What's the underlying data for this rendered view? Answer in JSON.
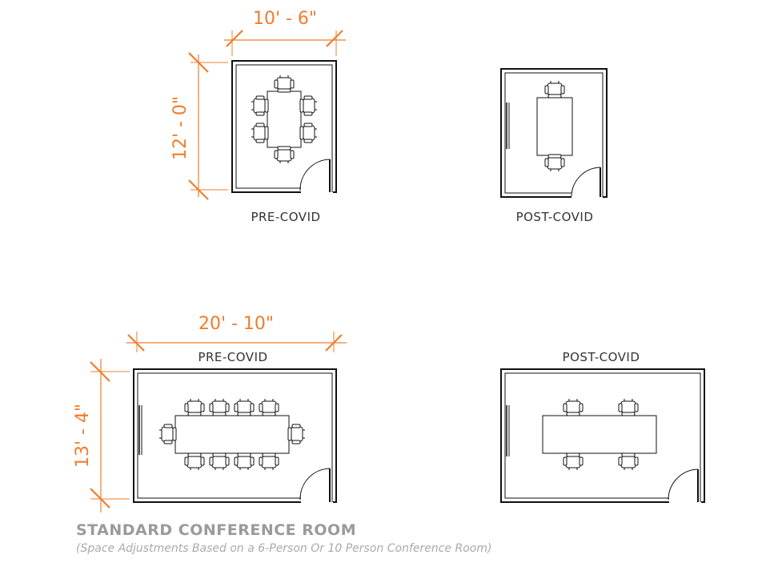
{
  "colors": {
    "dimension": "#f07d2c",
    "title": "#9a9a9a",
    "line": "#111111"
  },
  "rooms": {
    "small_pre": {
      "label": "PRE-COVID",
      "width_dim": "10' - 6\"",
      "height_dim": "12' - 0\"",
      "chairs": 6
    },
    "small_post": {
      "label": "POST-COVID",
      "chairs": 2
    },
    "large_pre": {
      "label": "PRE-COVID",
      "width_dim": "20' - 10\"",
      "height_dim": "13' - 4\"",
      "chairs": 10
    },
    "large_post": {
      "label": "POST-COVID",
      "chairs": 4
    }
  },
  "footer": {
    "title": "STANDARD CONFERENCE ROOM",
    "subtitle": "(Space Adjustments Based on a 6-Person Or 10 Person Conference Room)"
  }
}
